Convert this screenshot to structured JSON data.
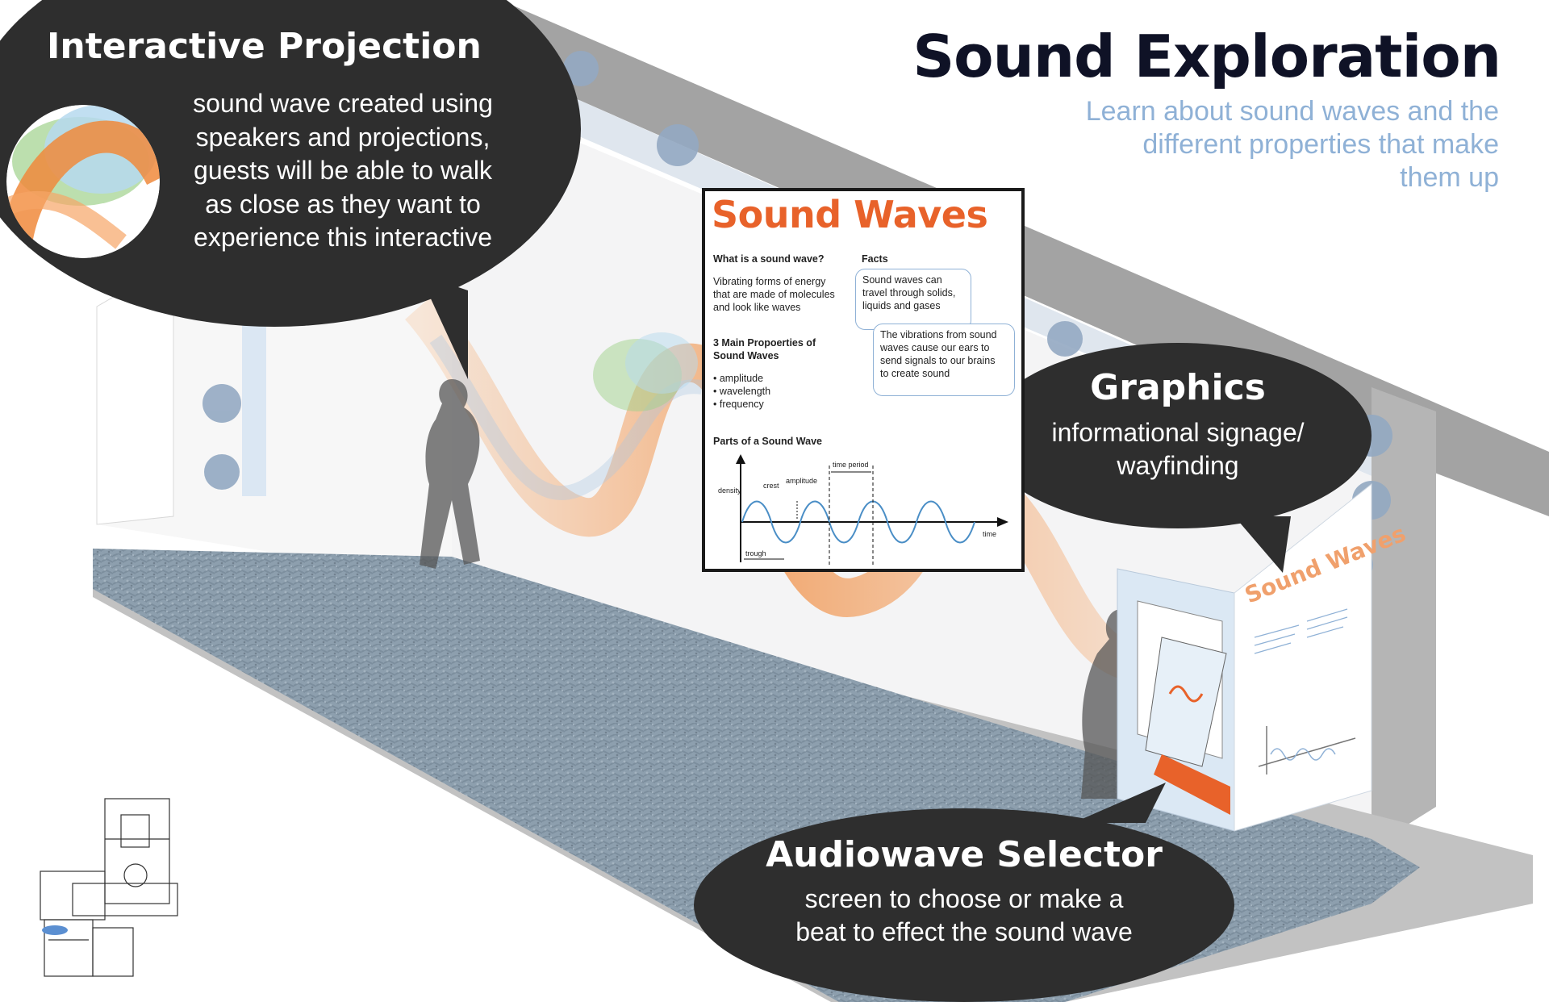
{
  "header": {
    "title": "Sound Exploration",
    "subtitle": "Learn about sound waves and the different properties that make them up"
  },
  "callouts": {
    "projection": {
      "title": "Interactive Projection",
      "lines": [
        "sound wave created using",
        "speakers and projections,",
        "guests will be able to walk",
        "as close as they want to",
        "experience this interactive"
      ]
    },
    "graphics": {
      "title": "Graphics",
      "lines": [
        "informational signage/",
        "wayfinding"
      ]
    },
    "selector": {
      "title": "Audiowave Selector",
      "lines": [
        "screen to choose or make a",
        "beat to effect the sound wave"
      ]
    }
  },
  "poster": {
    "title": "Sound Waves",
    "q_heading": "What is a sound wave?",
    "q_lines": [
      "Vibrating forms of energy",
      "that are made of molecules",
      "and look like waves"
    ],
    "props_heading": [
      "3 Main Propoerties of",
      "Sound Waves"
    ],
    "props": [
      "• amplitude",
      "• wavelength",
      "• frequency"
    ],
    "facts_heading": "Facts",
    "fact1": [
      "Sound waves can",
      "travel through solids,",
      "liquids and gases"
    ],
    "fact2": [
      "The vibrations from sound",
      "waves cause our ears to",
      "send signals to our brains",
      "to create sound"
    ],
    "parts_heading": "Parts of a Sound Wave",
    "diagram": {
      "density": "density",
      "crest": "crest",
      "amplitude": "amplitude",
      "time_period": "time period",
      "trough": "trough",
      "time": "time"
    }
  },
  "kiosk": {
    "title": "Sound Waves"
  },
  "colors": {
    "dark_bubble": "#2e2e2e",
    "accent_orange": "#e8622a",
    "accent_blue": "#8fb1d6",
    "floor": "#8d9fae",
    "wall_grey": "#9a9a9a",
    "title_navy": "#0f1226"
  }
}
